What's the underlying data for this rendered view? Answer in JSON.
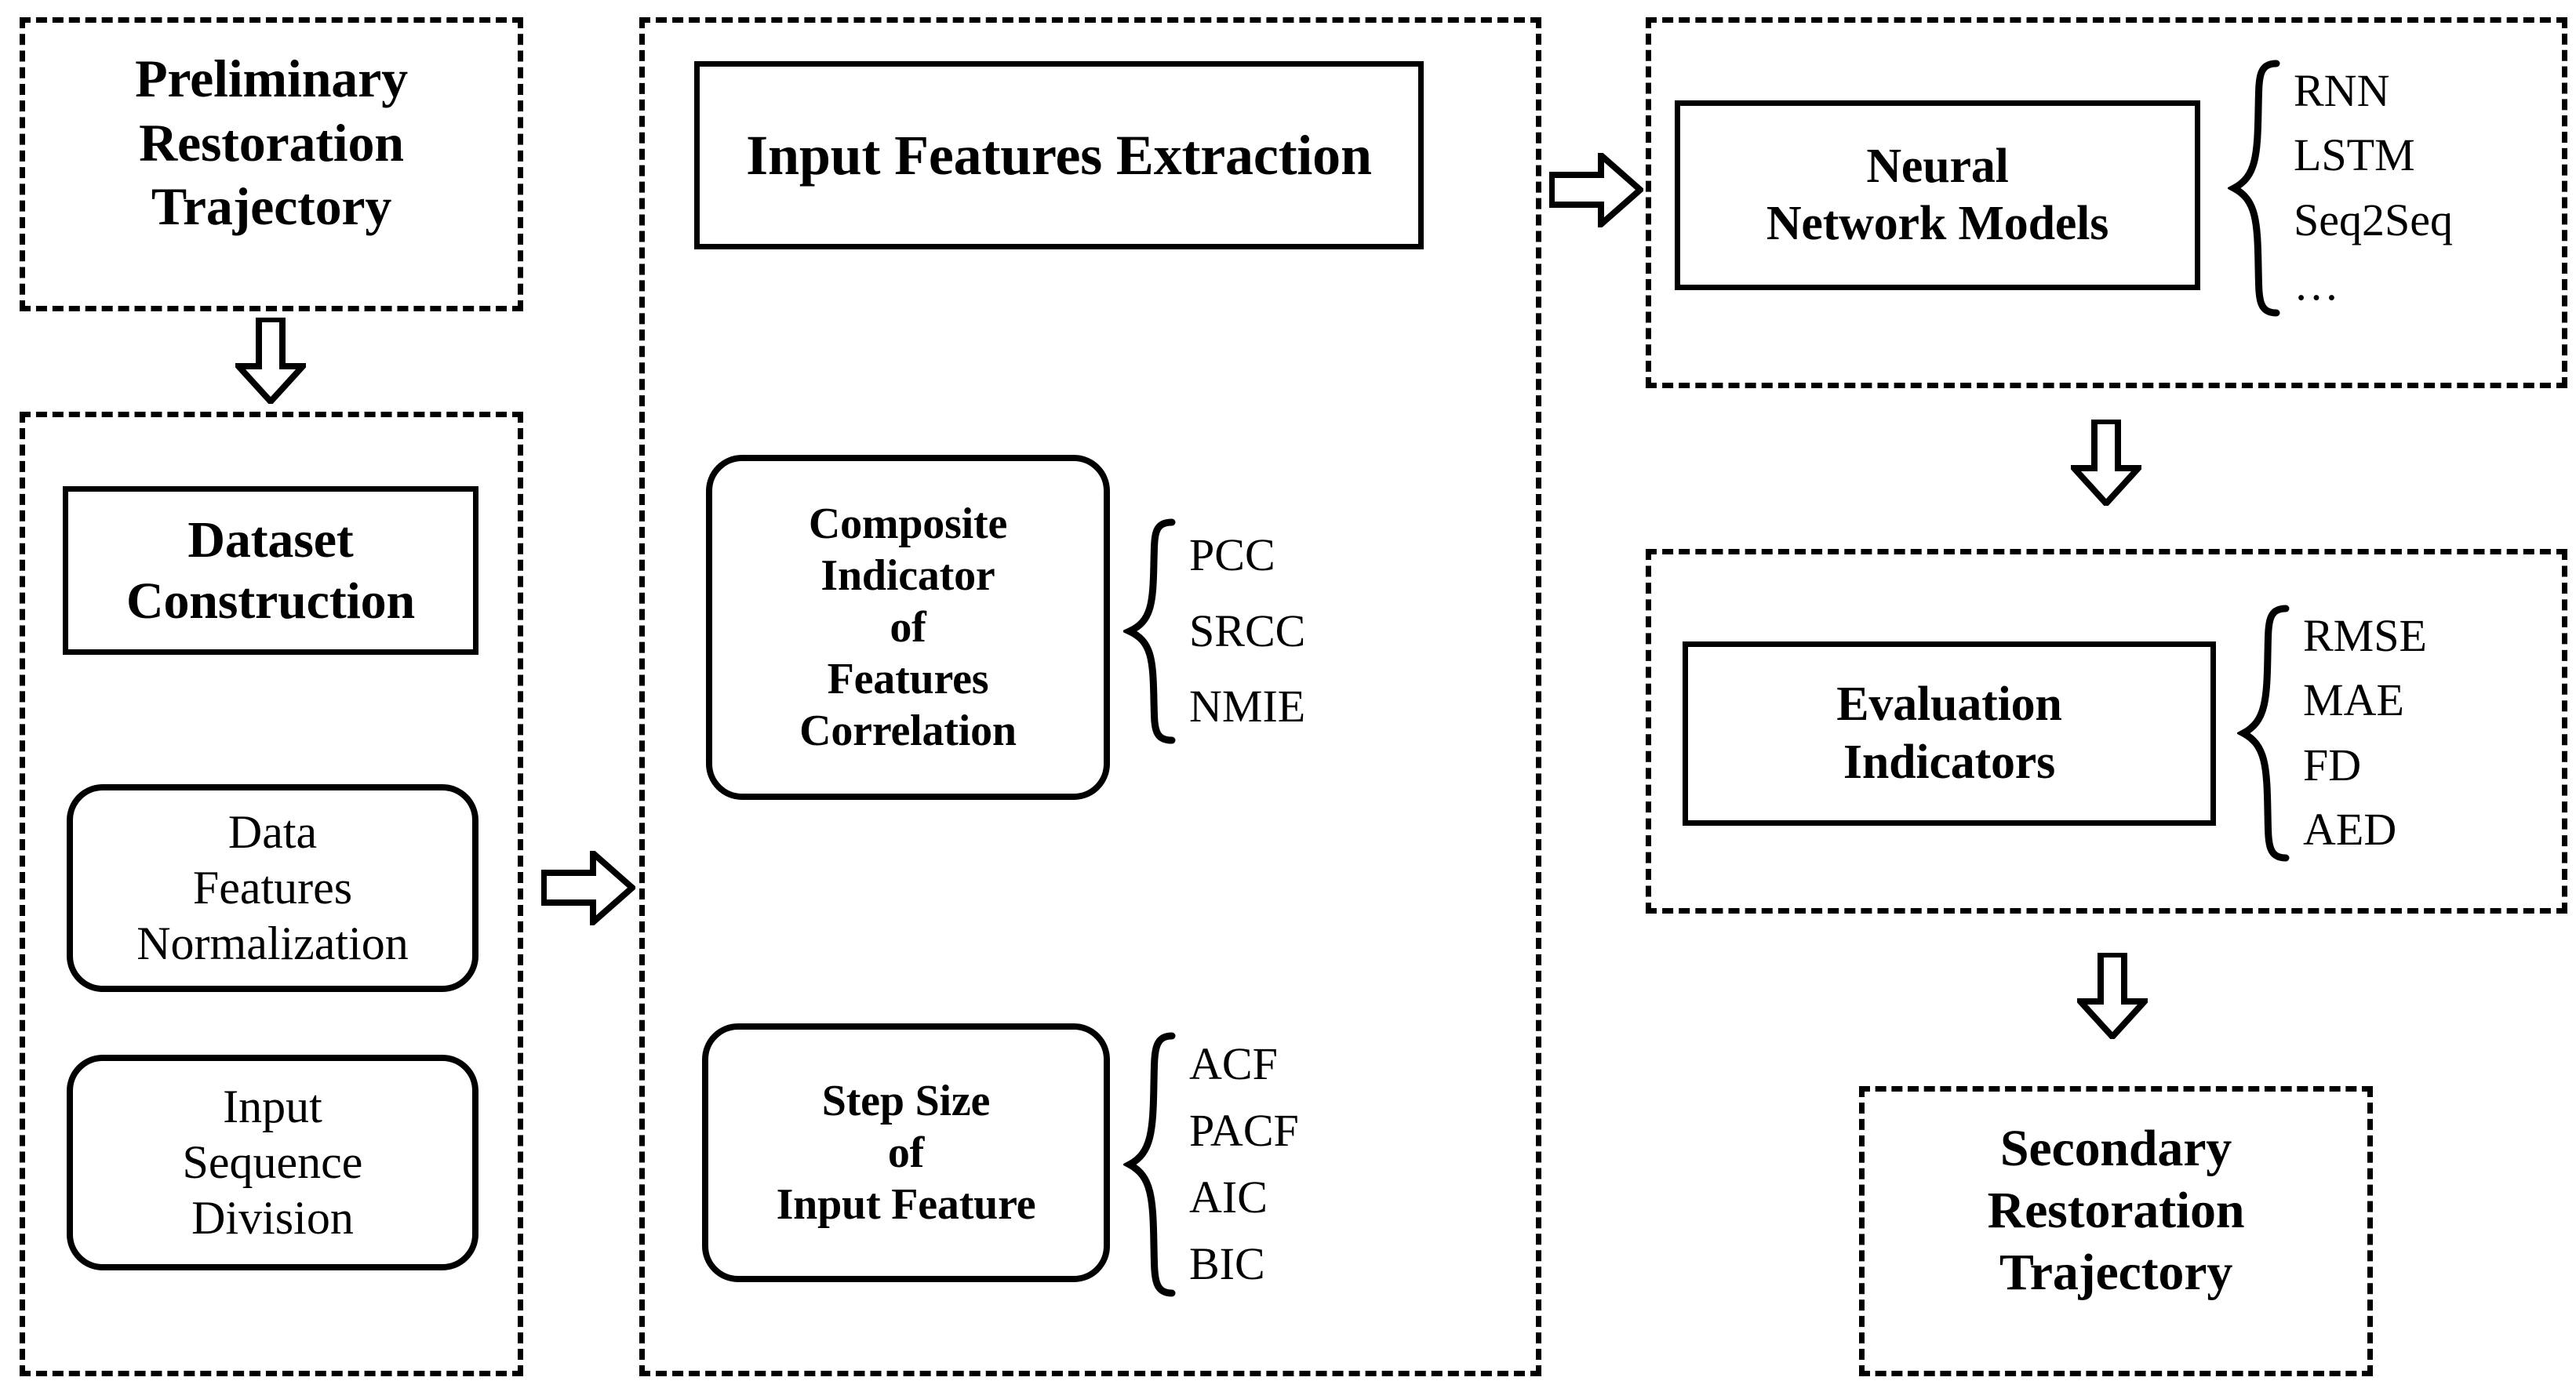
{
  "figure": {
    "type": "flowchart",
    "orientation": "left-to-right, three columns"
  },
  "columns": {
    "left": {
      "stage1": {
        "title": "Preliminary\nRestoration\nTrajectory",
        "lines": [
          "Preliminary",
          "Restoration",
          "Trajectory"
        ]
      },
      "stage2": {
        "heading_lines": [
          "Dataset",
          "Construction"
        ],
        "sub_boxes": [
          {
            "lines": [
              "Data",
              "Features",
              "Normalization"
            ]
          },
          {
            "lines": [
              "Input",
              "Sequence",
              "Division"
            ]
          }
        ]
      }
    },
    "middle": {
      "heading": "Input Features Extraction",
      "blocks": [
        {
          "lines": [
            "Composite",
            "Indicator",
            "of",
            "Features",
            "Correlation"
          ],
          "brace_items": [
            "PCC",
            "SRCC",
            "NMIE"
          ]
        },
        {
          "lines": [
            "Step Size",
            "of",
            "Input Feature"
          ],
          "brace_items": [
            "ACF",
            "PACF",
            "AIC",
            "BIC"
          ]
        }
      ]
    },
    "right": {
      "stage1": {
        "lines": [
          "Neural",
          "Network Models"
        ],
        "brace_items": [
          "RNN",
          "LSTM",
          "Seq2Seq",
          "…"
        ]
      },
      "stage2": {
        "lines": [
          "Evaluation",
          "Indicators"
        ],
        "brace_items": [
          "RMSE",
          "MAE",
          "FD",
          "AED"
        ]
      },
      "stage3": {
        "lines": [
          "Secondary",
          "Restoration",
          "Trajectory"
        ]
      }
    }
  },
  "arrows": [
    {
      "name": "left-stage1-to-stage2",
      "direction": "down"
    },
    {
      "name": "left-column-to-middle-column",
      "direction": "right"
    },
    {
      "name": "middle-column-to-right-column",
      "direction": "right"
    },
    {
      "name": "neural-network-to-evaluation",
      "direction": "down"
    },
    {
      "name": "evaluation-to-secondary-trajectory",
      "direction": "down"
    }
  ],
  "colors": {
    "stroke": "#000000",
    "background": "#ffffff"
  }
}
